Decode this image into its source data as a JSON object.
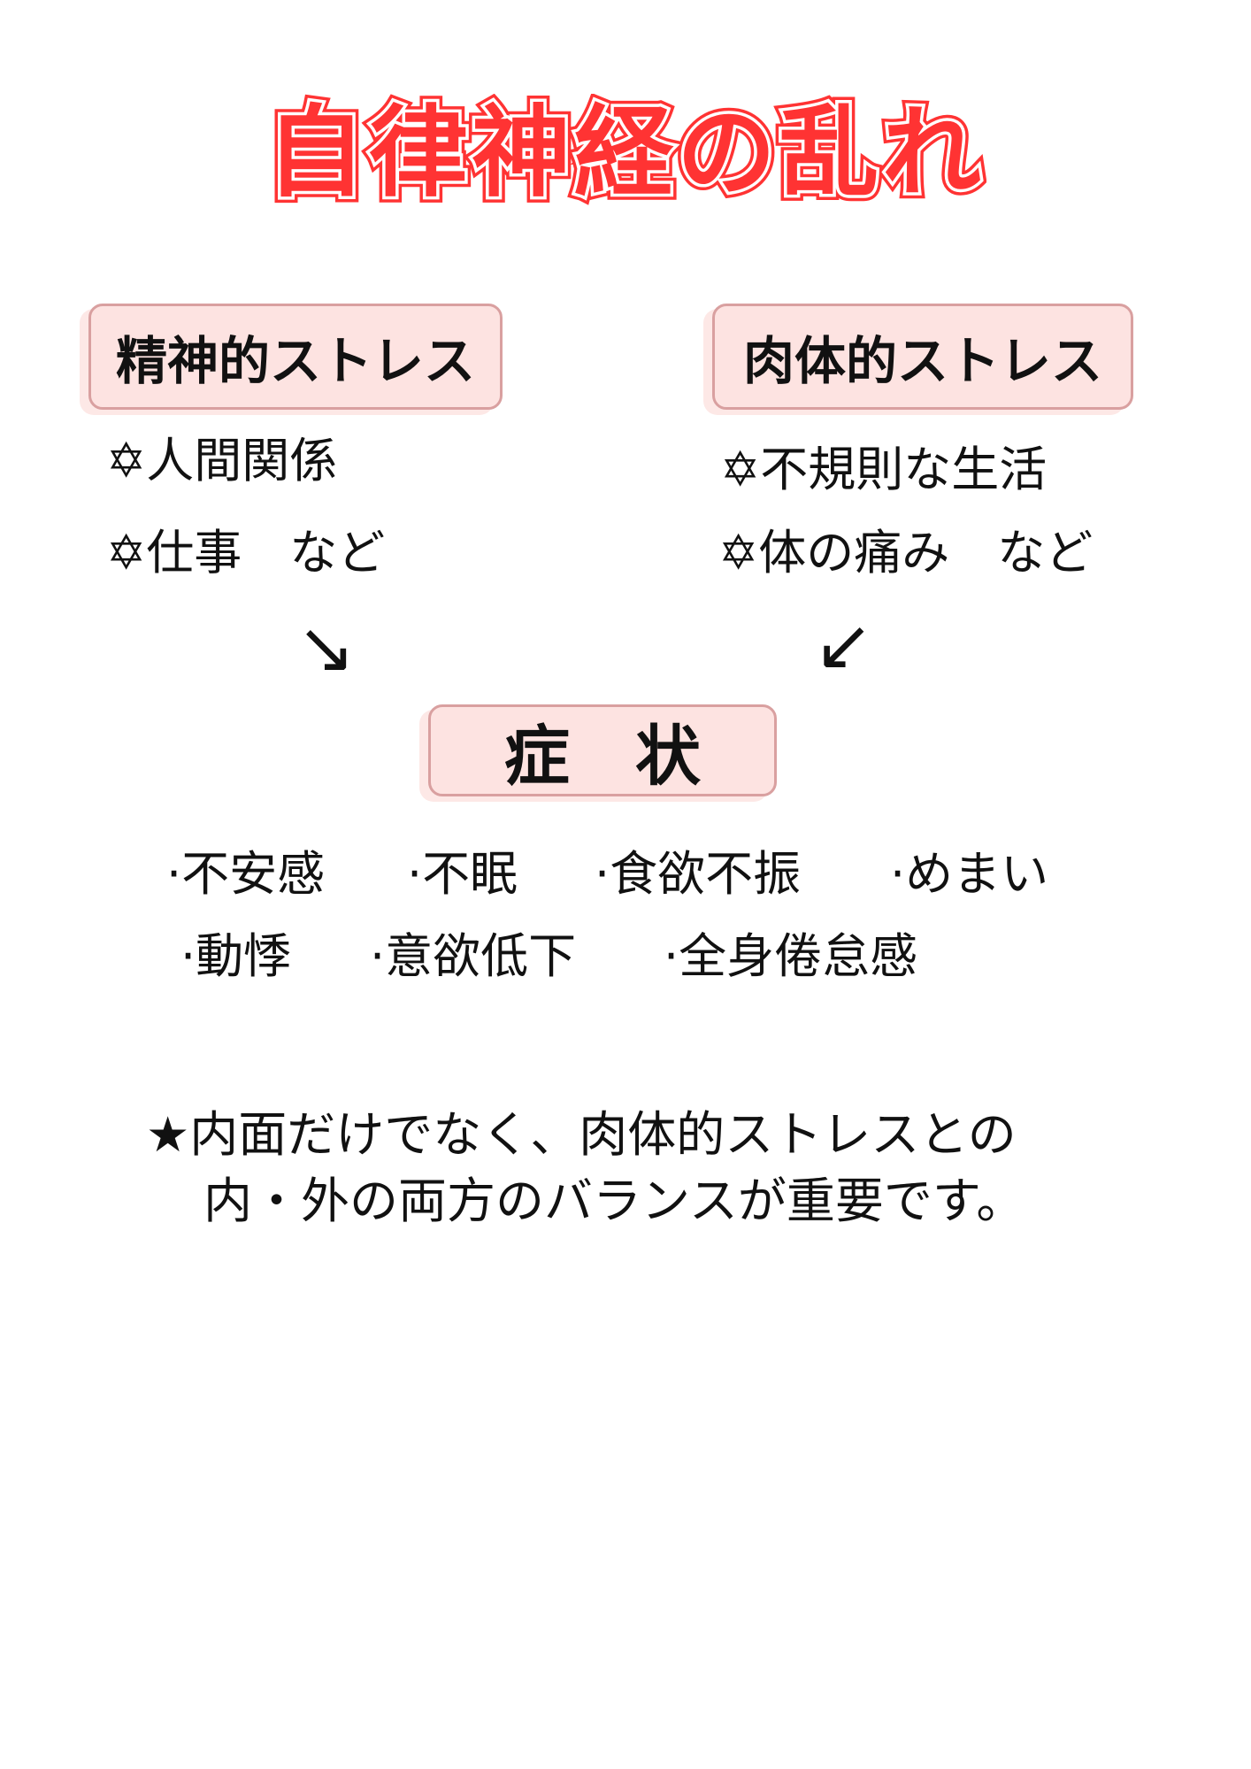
{
  "title": "自律神経の乱れ",
  "mental": {
    "heading": "精神的ストレス",
    "items": [
      "✡人間関係",
      "✡仕事　など"
    ]
  },
  "physical": {
    "heading": "肉体的ストレス",
    "items": [
      "✡不規則な生活",
      "✡体の痛み　など"
    ]
  },
  "arrows": {
    "left": "↘",
    "right": "↙"
  },
  "symptoms": {
    "heading": "症　状",
    "row1": [
      "·不安感",
      "·不眠",
      "·食欲不振",
      "·めまい"
    ],
    "row2": [
      "·動悸",
      "·意欲低下",
      "·全身倦怠感"
    ]
  },
  "note": {
    "line1": "★内面だけでなく、肉体的ストレスとの",
    "line2": "内・外の両方のバランスが重要です。"
  },
  "colors": {
    "title": "#ff3333",
    "box_fill": "#fde3e1",
    "box_border": "#d9a0a0"
  }
}
